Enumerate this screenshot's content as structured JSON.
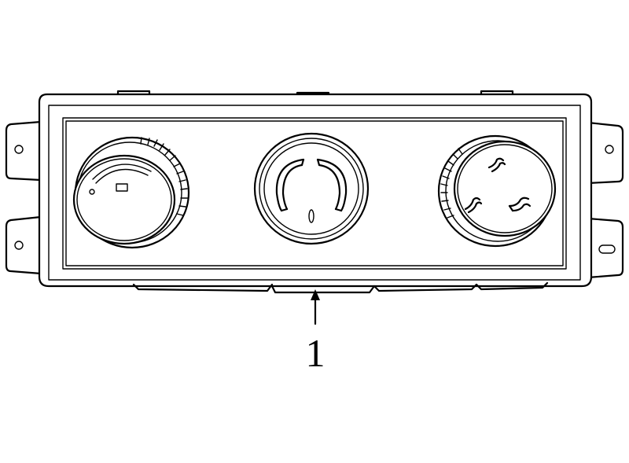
{
  "diagram": {
    "callout": {
      "label": "1"
    },
    "components": {
      "panel": "climate-control-panel",
      "knobs": [
        "temperature-knob",
        "mode-knob",
        "fan-speed-knob"
      ]
    }
  }
}
